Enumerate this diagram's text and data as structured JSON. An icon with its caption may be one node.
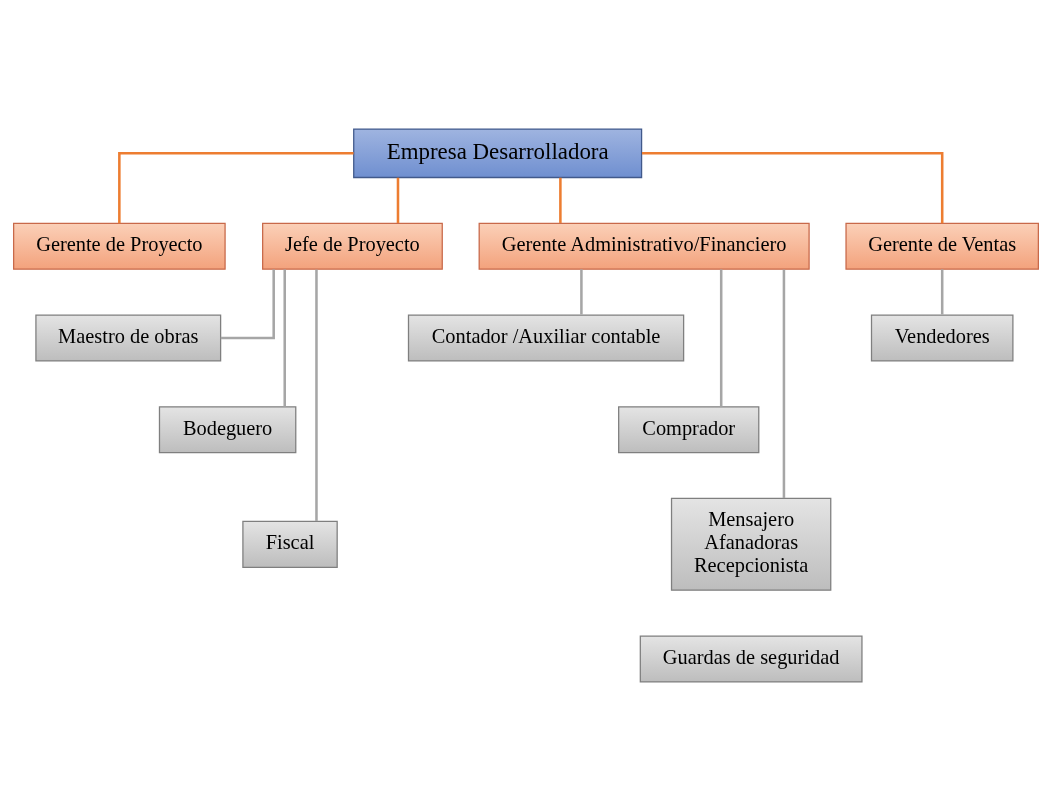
{
  "diagram": {
    "nodes": [
      {
        "text": [
          "Empresa Desarrolladora"
        ]
      },
      {
        "text": [
          "Gerente de Proyecto"
        ]
      },
      {
        "text": [
          "Jefe de Proyecto"
        ]
      },
      {
        "text": [
          "Gerente Administrativo/Financiero"
        ]
      },
      {
        "text": [
          "Gerente de Ventas"
        ]
      },
      {
        "text": [
          "Maestro de obras"
        ]
      },
      {
        "text": [
          "Bodeguero"
        ]
      },
      {
        "text": [
          "Fiscal"
        ]
      },
      {
        "text": [
          "Contador /Auxiliar contable"
        ]
      },
      {
        "text": [
          "Comprador"
        ]
      },
      {
        "text": [
          "Mensajero",
          "Afanadoras",
          "Recepcionista"
        ]
      },
      {
        "text": [
          "Guardas de seguridad"
        ]
      },
      {
        "text": [
          "Vendedores"
        ]
      }
    ],
    "edges": [
      {
        "from": 0,
        "to": 1,
        "arrow": "none",
        "color": "#ed7d31"
      },
      {
        "from": 0,
        "to": 2,
        "arrow": "none",
        "color": "#ed7d31"
      },
      {
        "from": 0,
        "to": 3,
        "arrow": "none",
        "color": "#ed7d31"
      },
      {
        "from": 0,
        "to": 4,
        "arrow": "none",
        "color": "#ed7d31"
      },
      {
        "from": 2,
        "to": 5,
        "arrow": "none"
      },
      {
        "from": 2,
        "to": 6,
        "arrow": "none"
      },
      {
        "from": 2,
        "to": 7,
        "arrow": "none"
      },
      {
        "from": 3,
        "to": 8,
        "arrow": "none"
      },
      {
        "from": 3,
        "to": 9,
        "arrow": "none"
      },
      {
        "from": 3,
        "to": 10,
        "arrow": "none"
      },
      {
        "from": 4,
        "to": 12,
        "arrow": "none"
      }
    ]
  }
}
